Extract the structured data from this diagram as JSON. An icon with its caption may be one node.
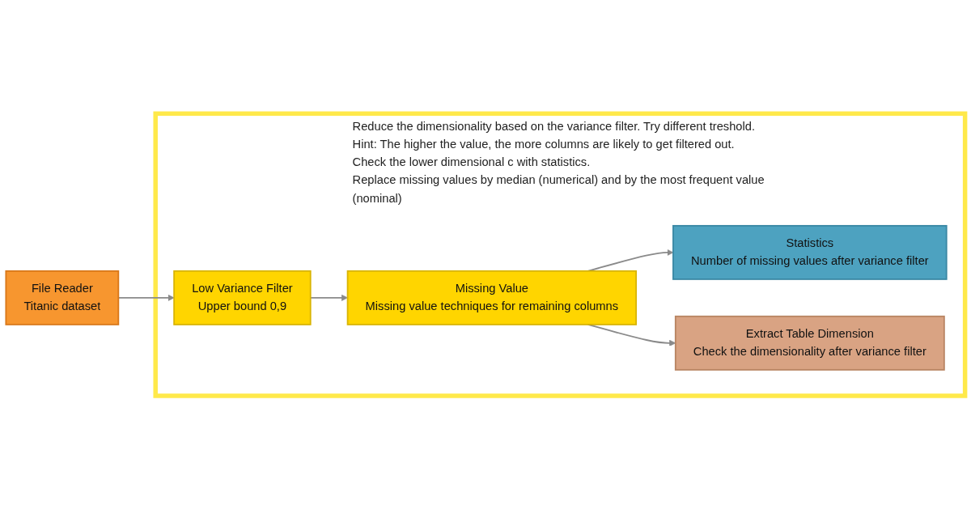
{
  "diagram": {
    "nodes": [
      {
        "text": [
          "Reduce the dimensionality based on the variance filter. Try different treshold.",
          "Hint: The higher the value, the more columns are likely to get filtered out. Check the lower dimensional c with statistics.",
          "Replace missing values by median (numerical) and by the most frequent value (nominal)"
        ]
      },
      {
        "text": [
          "File Reader",
          "Titanic dataset"
        ]
      },
      {
        "text": [
          "Low Variance Filter",
          "Upper bound 0,9"
        ],
        "in": 0
      },
      {
        "text": [
          "Missing Value",
          "Missing value techniques for remaining columns"
        ],
        "in": 0
      },
      {
        "text": [
          "Statistics",
          "Number of missing values after variance filter"
        ],
        "in": 0
      },
      {
        "text": [
          "Extract Table Dimension",
          "Check the dimensionality after variance filter"
        ],
        "in": 0
      }
    ],
    "edges": [
      {
        "from": 1,
        "to": 2,
        "arrow": "to"
      },
      {
        "from": 2,
        "to": 3,
        "arrow": "to"
      },
      {
        "from": 3,
        "to": 5,
        "arrow": "to"
      },
      {
        "from": 3,
        "to": 4,
        "arrow": "to"
      }
    ]
  }
}
